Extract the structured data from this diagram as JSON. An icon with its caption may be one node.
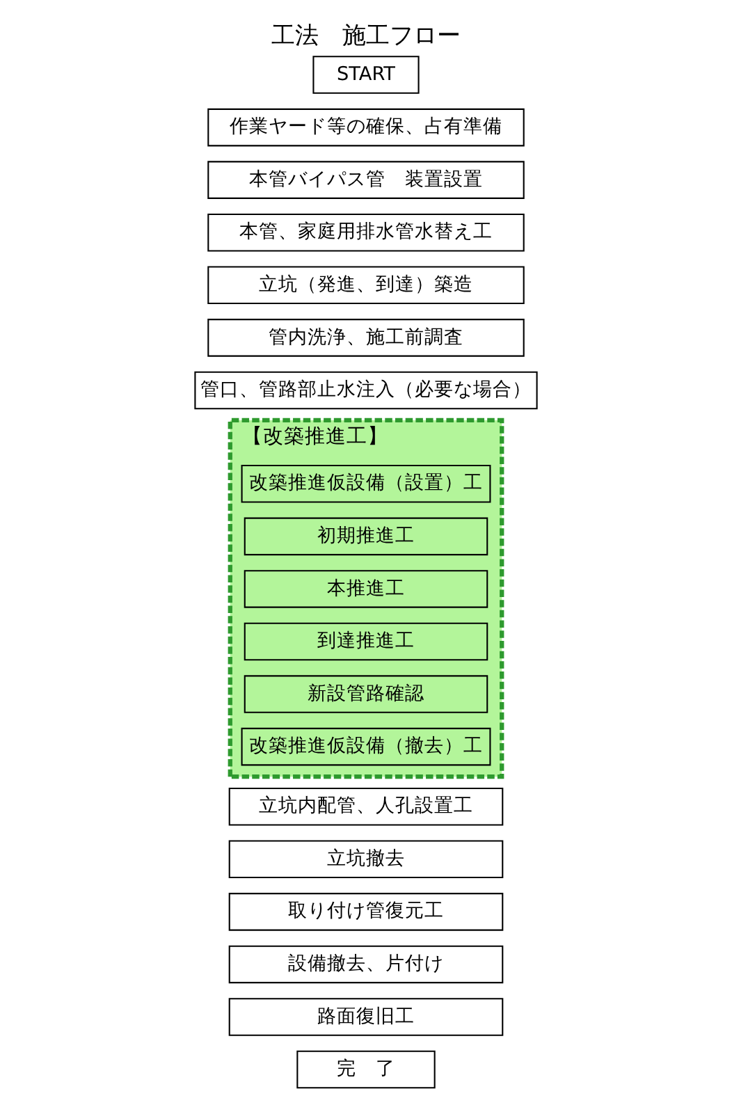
{
  "diagram": {
    "title": "工法　施工フロー",
    "nodes": [
      {
        "text": [
          "START"
        ]
      },
      {
        "text": [
          "作業ヤード等の確保、占有準備"
        ]
      },
      {
        "text": [
          "本管バイパス管　装置設置"
        ]
      },
      {
        "text": [
          "本管、家庭用排水管水替え工"
        ]
      },
      {
        "text": [
          "立坑（発進、到達）築造"
        ]
      },
      {
        "text": [
          "管内洗浄、施工前調査"
        ]
      },
      {
        "text": [
          "管口、管路部止水注入（必要な場合）"
        ]
      },
      {
        "text": [
          "【改築推進工】"
        ]
      },
      {
        "text": [
          "改築推進仮設備（設置）工"
        ],
        "in": 7
      },
      {
        "text": [
          "初期推進工"
        ],
        "in": 7
      },
      {
        "text": [
          "本推進工"
        ],
        "in": 7
      },
      {
        "text": [
          "到達推進工"
        ],
        "in": 7
      },
      {
        "text": [
          "新設管路確認"
        ],
        "in": 7
      },
      {
        "text": [
          "改築推進仮設備（撤去）工"
        ],
        "in": 7
      },
      {
        "text": [
          "立坑内配管、人孔設置工"
        ]
      },
      {
        "text": [
          "立坑撤去"
        ]
      },
      {
        "text": [
          "取り付け管復元工"
        ]
      },
      {
        "text": [
          "設備撤去、片付け"
        ]
      },
      {
        "text": [
          "路面復旧工"
        ]
      },
      {
        "text": [
          "完　了"
        ]
      }
    ]
  }
}
